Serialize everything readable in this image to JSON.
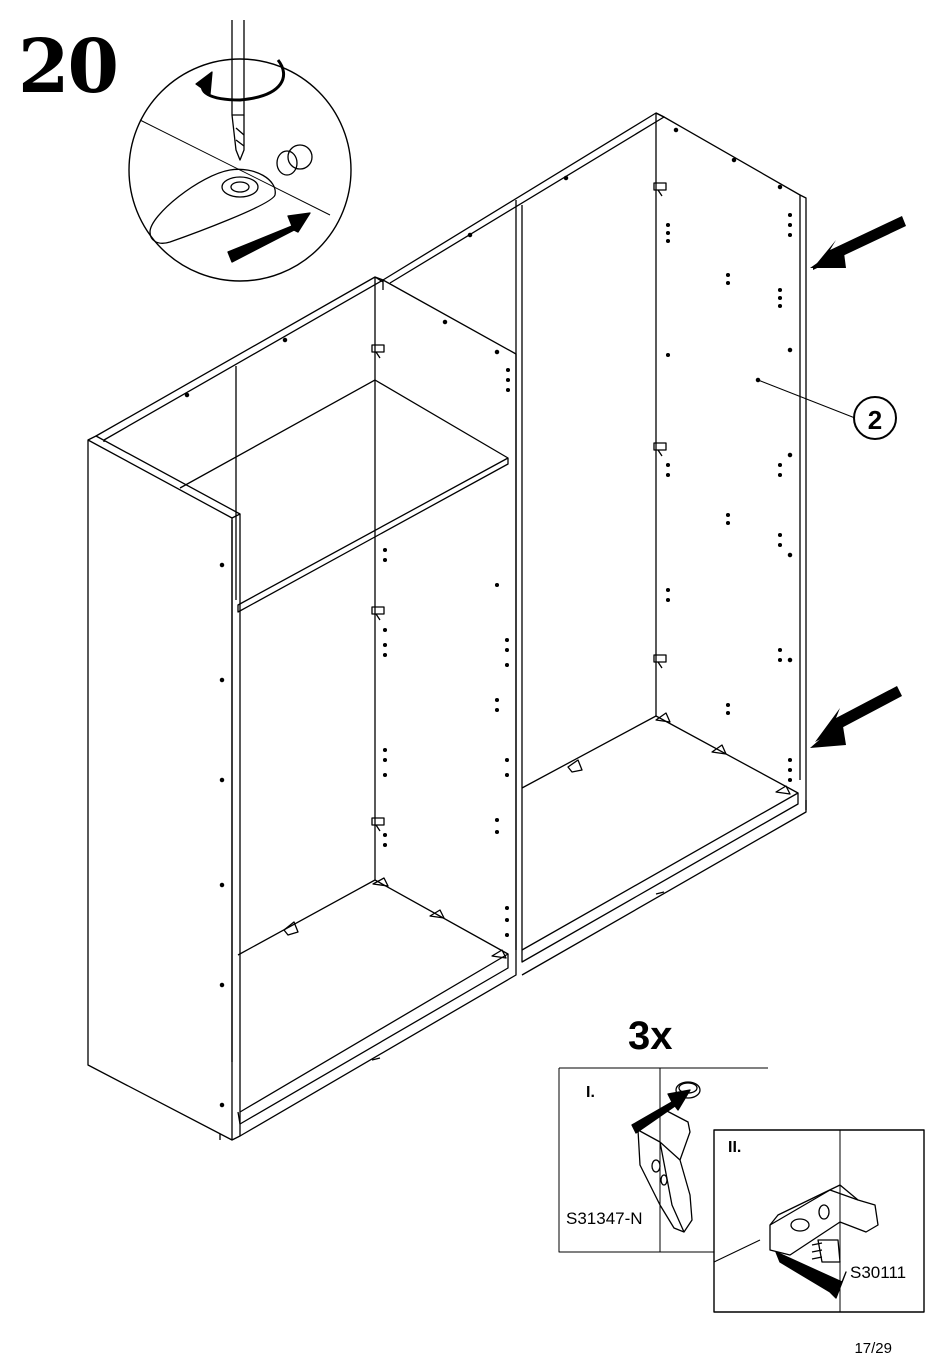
{
  "step": {
    "number": "20"
  },
  "main": {
    "part_number": "2"
  },
  "detail": {
    "quantity": "3x",
    "panel_one": {
      "label": "I.",
      "part_code": "S31347-N"
    },
    "panel_two": {
      "label": "II.",
      "part_code": "S30111"
    }
  },
  "footer": {
    "page": "17/29"
  }
}
